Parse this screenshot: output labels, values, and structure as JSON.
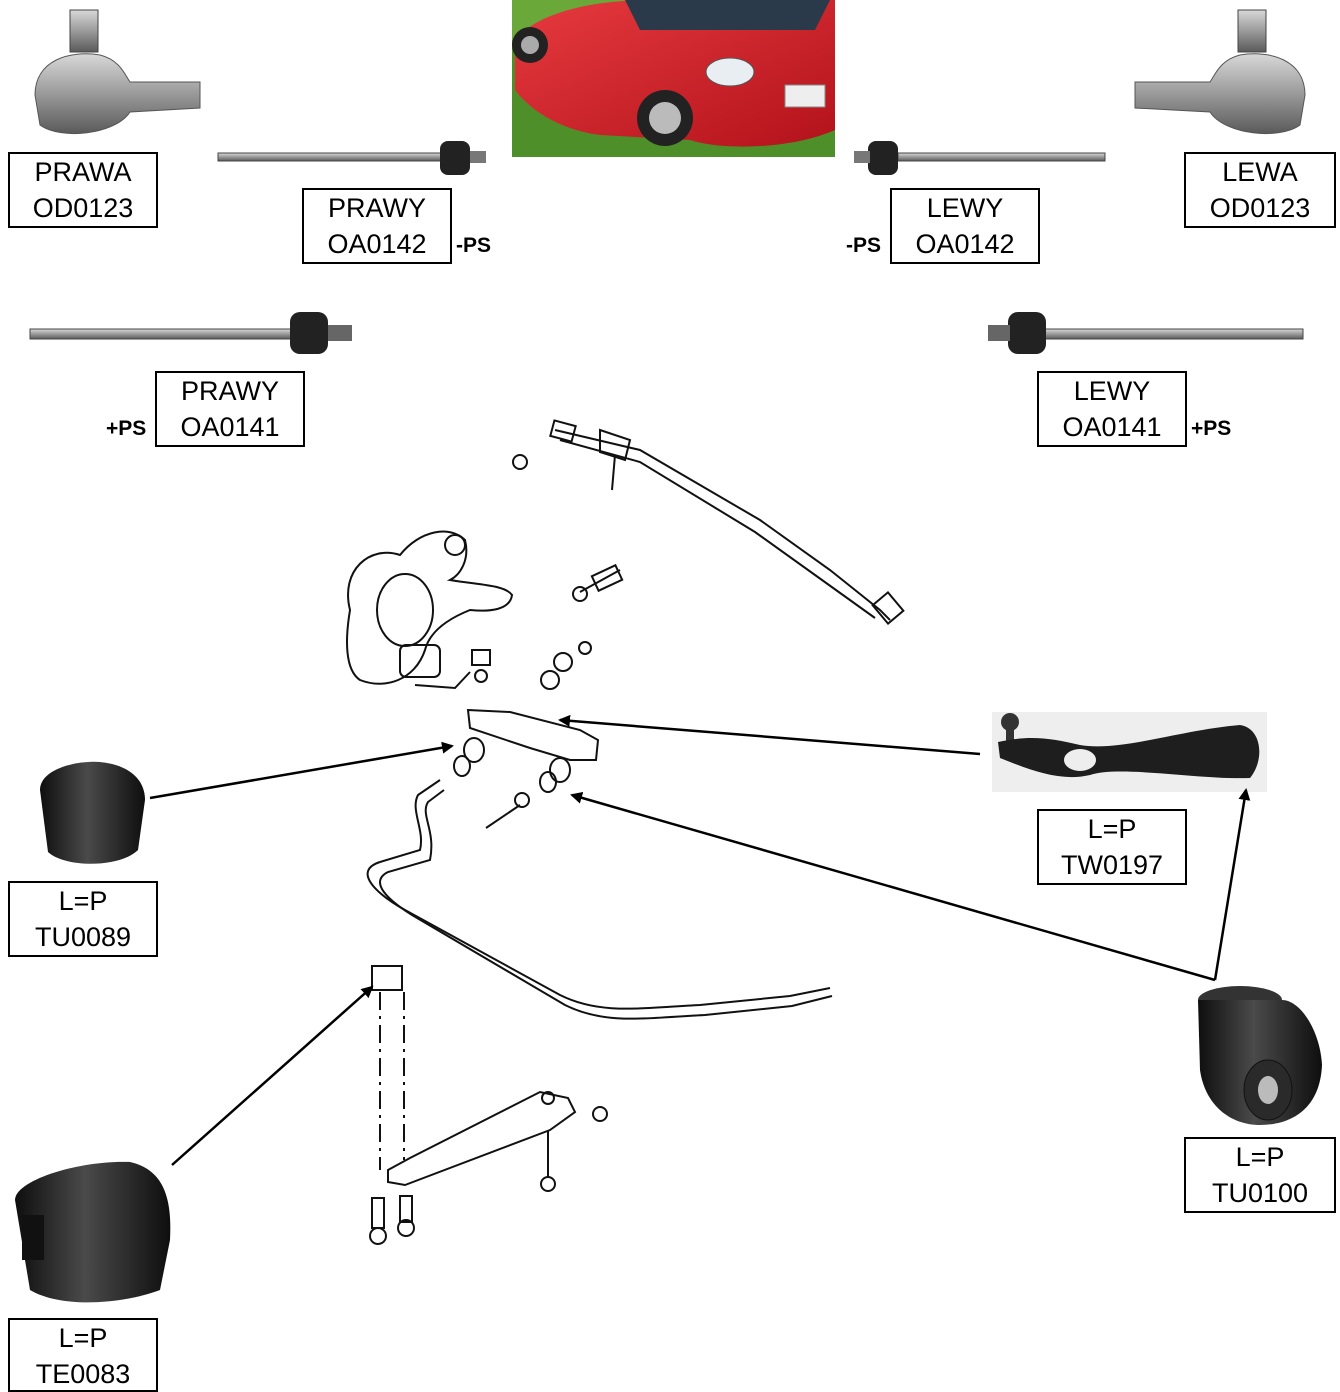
{
  "labels": {
    "od0123_right": {
      "line1": "PRAWA",
      "line2": "OD0123"
    },
    "oa0142_right": {
      "line1": "PRAWY",
      "line2": "OA0142",
      "suffix": "-PS"
    },
    "oa0142_left": {
      "line1": "LEWY",
      "line2": "OA0142",
      "suffix": "-PS"
    },
    "od0123_left": {
      "line1": "LEWA",
      "line2": "OD0123"
    },
    "oa0141_right": {
      "line1": "PRAWY",
      "line2": "OA0141",
      "suffix": "+PS"
    },
    "oa0141_left": {
      "line1": "LEWY",
      "line2": "OA0141",
      "suffix": "+PS"
    },
    "tw0197": {
      "line1": "L=P",
      "line2": "TW0197"
    },
    "tu0089": {
      "line1": "L=P",
      "line2": "TU0089"
    },
    "tu0100": {
      "line1": "L=P",
      "line2": "TU0100"
    },
    "te0083": {
      "line1": "L=P",
      "line2": "TE0083"
    }
  },
  "colors": {
    "car_red": "#d8202a",
    "grass": "#4f8f2a",
    "rubber": "#1c1c1c",
    "metal": "#8a8a8a"
  }
}
